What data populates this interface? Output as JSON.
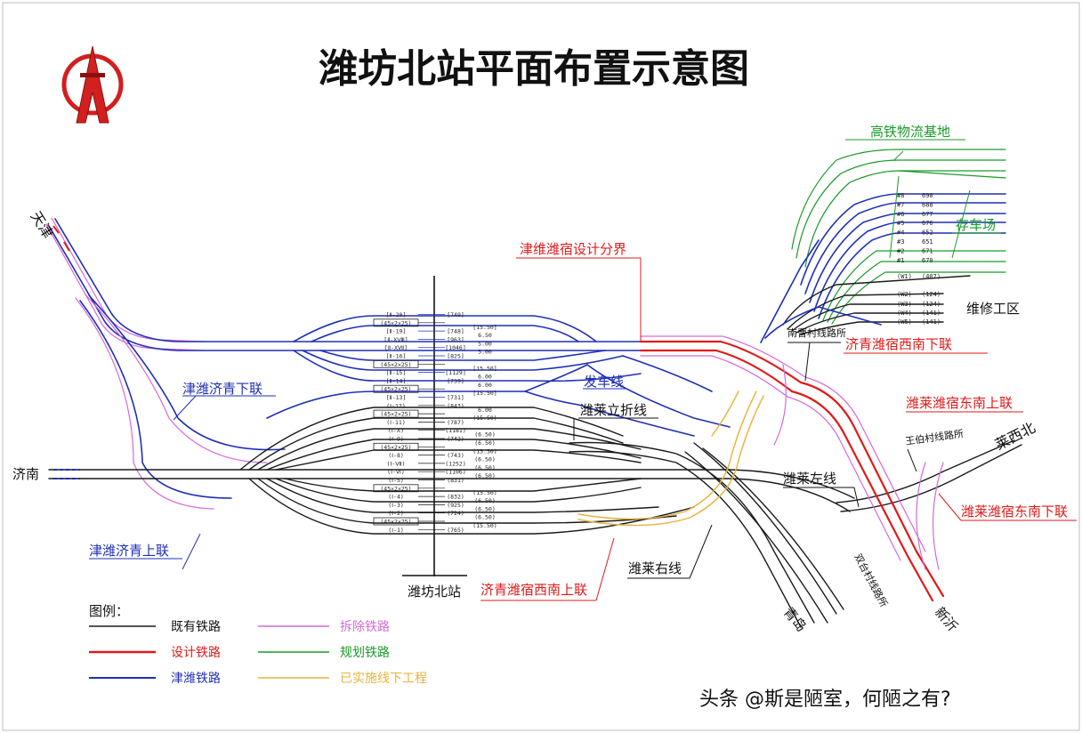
{
  "title": "潍坊北站平面布置示意图",
  "station_name": "潍坊北站",
  "watermark": "头条 @斯是陋室，何陋之有?",
  "colors": {
    "existing": "#1a1a1a",
    "design": "#e01a1a",
    "jinwei": "#1f2fb8",
    "removed": "#d66ad6",
    "planned": "#1a9a2a",
    "implemented": "#e6b43a"
  },
  "places": {
    "tianjin": "天津",
    "jinan": "济南",
    "laixi_north": "莱西北",
    "qingdao": "青岛",
    "xinyi": "新沂"
  },
  "labels": {
    "hsr_logistics": "高铁物流基地",
    "storage_yard": "存车场",
    "maintenance_area": "维修工区",
    "boundary": "津维潍宿设计分界",
    "jinwei_jiqing_down": "津潍济青下联",
    "jinwei_jiqing_up": "津潍济青上联",
    "departure_line": "发车线",
    "weilai_turnback": "潍莱立折线",
    "nancao_post": "南曹村线路所",
    "jiqing_weisu_sw_down": "济青潍宿西南下联",
    "weilai_weisu_se_up": "潍莱潍宿东南上联",
    "wangbo_post": "王伯村线路所",
    "weilai_left": "潍莱左线",
    "weilai_weisu_se_down": "潍莱潍宿东南下联",
    "weilai_right": "潍莱右线",
    "jiqing_weisu_sw_up": "济青潍宿西南上联",
    "shuangtai_post": "双台村线路所"
  },
  "legend": {
    "heading": "图例：",
    "items": [
      {
        "label": "既有铁路",
        "color": "#1a1a1a"
      },
      {
        "label": "拆除铁路",
        "color": "#d66ad6"
      },
      {
        "label": "设计铁路",
        "color": "#e01a1a"
      },
      {
        "label": "规划铁路",
        "color": "#1a9a2a"
      },
      {
        "label": "津潍铁路",
        "color": "#1f2fb8"
      },
      {
        "label": "已实施线下工程",
        "color": "#e6b43a"
      }
    ]
  },
  "yard_tracks": [
    {
      "name": "[Ⅱ-20]",
      "len": "[749]",
      "eff": ""
    },
    {
      "name": "(45×2×25)",
      "len": "",
      "eff": "[15.50]"
    },
    {
      "name": "[Ⅱ-19]",
      "len": "[748]",
      "eff": "6.50"
    },
    {
      "name": "[Ⅱ-XⅧ]",
      "len": "[963]",
      "eff": "5.00"
    },
    {
      "name": "[Ⅱ-XⅦ]",
      "len": "[1046]",
      "eff": "5.00"
    },
    {
      "name": "[Ⅱ-16]",
      "len": "[825]",
      "eff": ""
    },
    {
      "name": "(45×2×25)",
      "len": "",
      "eff": "[15.50]"
    },
    {
      "name": "[Ⅱ-15]",
      "len": "[1129]",
      "eff": "6.00"
    },
    {
      "name": "[Ⅱ-14]",
      "len": "[739]",
      "eff": "6.00"
    },
    {
      "name": "(45×2×25)",
      "len": "",
      "eff": "[15.50]"
    },
    {
      "name": "[Ⅱ-13]",
      "len": "[731]",
      "eff": ""
    },
    {
      "name": "(Ⅰ-12)",
      "len": "(843)",
      "eff": "6.00"
    },
    {
      "name": "(45×2×25)",
      "len": "",
      "eff": "(15.50)"
    },
    {
      "name": "(Ⅰ-11)",
      "len": "(787)",
      "eff": ""
    },
    {
      "name": "(Ⅰ-Ⅹ)",
      "len": "(1181)",
      "eff": "(6.50)"
    },
    {
      "name": "(Ⅰ-9)",
      "len": "(742)",
      "eff": "(6.50)"
    },
    {
      "name": "(45×2×25)",
      "len": "",
      "eff": "(15.50)"
    },
    {
      "name": "(Ⅰ-8)",
      "len": "(743)",
      "eff": "(6.50)"
    },
    {
      "name": "(Ⅰ-Ⅶ)",
      "len": "(1252)",
      "eff": "(6.50)"
    },
    {
      "name": "(Ⅰ-Ⅵ)",
      "len": "(1106)",
      "eff": "(6.50)"
    },
    {
      "name": "(Ⅰ-5)",
      "len": "(831)",
      "eff": ""
    },
    {
      "name": "(45×2×25)",
      "len": "",
      "eff": "(15.50)"
    },
    {
      "name": "(Ⅰ-4)",
      "len": "(832)",
      "eff": "(6.50)"
    },
    {
      "name": "(Ⅰ-3)",
      "len": "(925)",
      "eff": "(6.50)"
    },
    {
      "name": "(Ⅰ-2)",
      "len": "(724)",
      "eff": "(6.50)"
    },
    {
      "name": "(45×2×25)",
      "len": "",
      "eff": "(15.50)"
    },
    {
      "name": "(Ⅰ-1)",
      "len": "(765)",
      "eff": ""
    }
  ],
  "storage_tracks": [
    {
      "name": "#8",
      "len": "690"
    },
    {
      "name": "#7",
      "len": "688"
    },
    {
      "name": "#6",
      "len": "677"
    },
    {
      "name": "#5",
      "len": "676"
    },
    {
      "name": "#4",
      "len": "652"
    },
    {
      "name": "#3",
      "len": "651"
    },
    {
      "name": "#2",
      "len": "671"
    },
    {
      "name": "#1",
      "len": "670"
    }
  ],
  "maintenance_tracks": [
    {
      "name": "(W1)",
      "len": "(407)"
    },
    {
      "name": "(W2)",
      "len": "(124)"
    },
    {
      "name": "(W3)",
      "len": "(124)"
    },
    {
      "name": "(W4)",
      "len": "(141)"
    },
    {
      "name": "(W5)",
      "len": "(141)"
    }
  ]
}
